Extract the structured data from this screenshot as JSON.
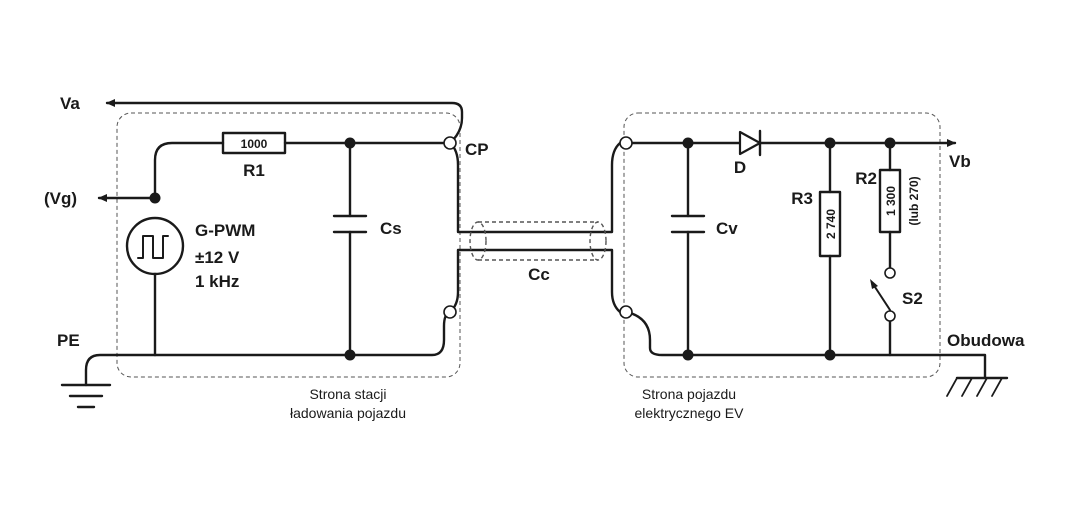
{
  "labels": {
    "va": "Va",
    "vg": "(Vg)",
    "pe": "PE",
    "cp": "CP",
    "r1": "R1",
    "r1_value": "1000",
    "gpwm": "G-PWM",
    "voltage": "±12 V",
    "freq": "1 kHz",
    "cs": "Cs",
    "cc": "Cc",
    "cv": "Cv",
    "d": "D",
    "r3": "R3",
    "r3_value": "2 740",
    "r2": "R2",
    "r2_value": "1 300",
    "r2_alt": "(lub 270)",
    "s2": "S2",
    "vb": "Vb",
    "obudowa": "Obudowa",
    "station_line1": "Strona stacji",
    "station_line2": "ładowania pojazdu",
    "vehicle_line1": "Strona pojazdu",
    "vehicle_line2": "elektrycznego EV"
  },
  "colors": {
    "wire": "#1a1a1a",
    "dashed_box": "#555555",
    "background": "#ffffff"
  }
}
